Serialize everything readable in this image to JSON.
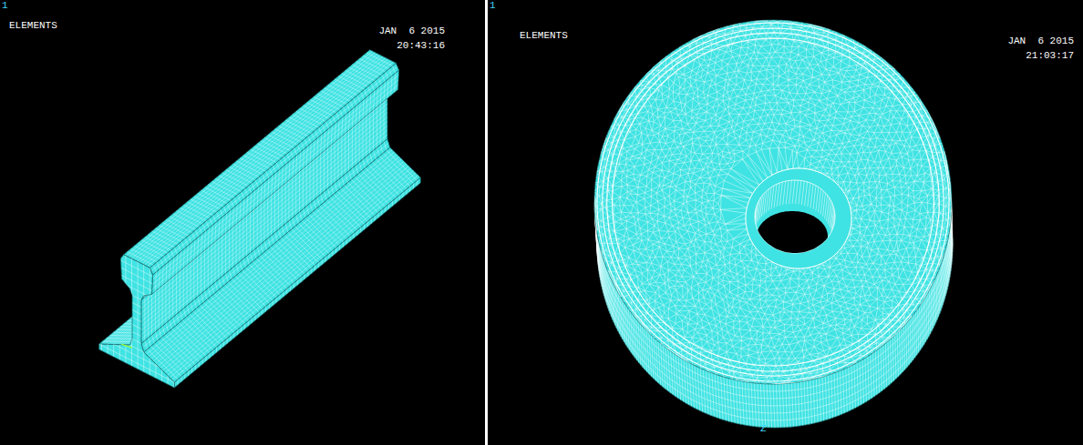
{
  "diagram": {
    "labels": [
      "1",
      "ELEMENTS",
      "JAN  6 2015",
      "20:43:16",
      "1",
      "ELEMENTS",
      "JAN  6 2015",
      "21:03:17",
      "Z"
    ]
  }
}
